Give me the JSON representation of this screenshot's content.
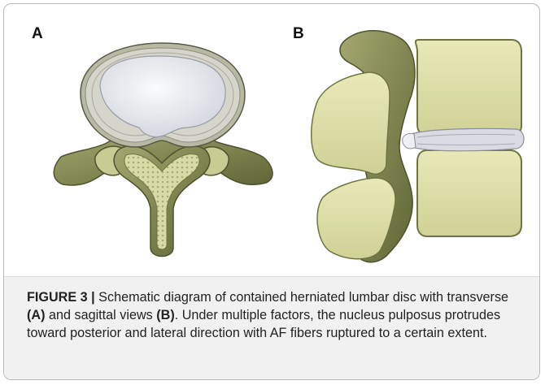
{
  "panels": {
    "a_label": "A",
    "b_label": "B"
  },
  "caption": {
    "figure_label": "FIGURE 3 |",
    "text_1": " Schematic diagram of contained herniated lumbar disc with transverse ",
    "ref_a": "(A)",
    "text_2": " and sagittal views ",
    "ref_b": "(B)",
    "text_3": ". Under multiple factors, the nucleus pulposus protrudes toward posterior and lateral direction with AF fibers ruptured to a certain extent."
  },
  "colors": {
    "bone_fill": "#e3e5b0",
    "bone_dark": "#6f7542",
    "annulus": "#c9c8bc",
    "nucleus": "#e8e9ee",
    "caption_bg": "#f1f1f1"
  }
}
